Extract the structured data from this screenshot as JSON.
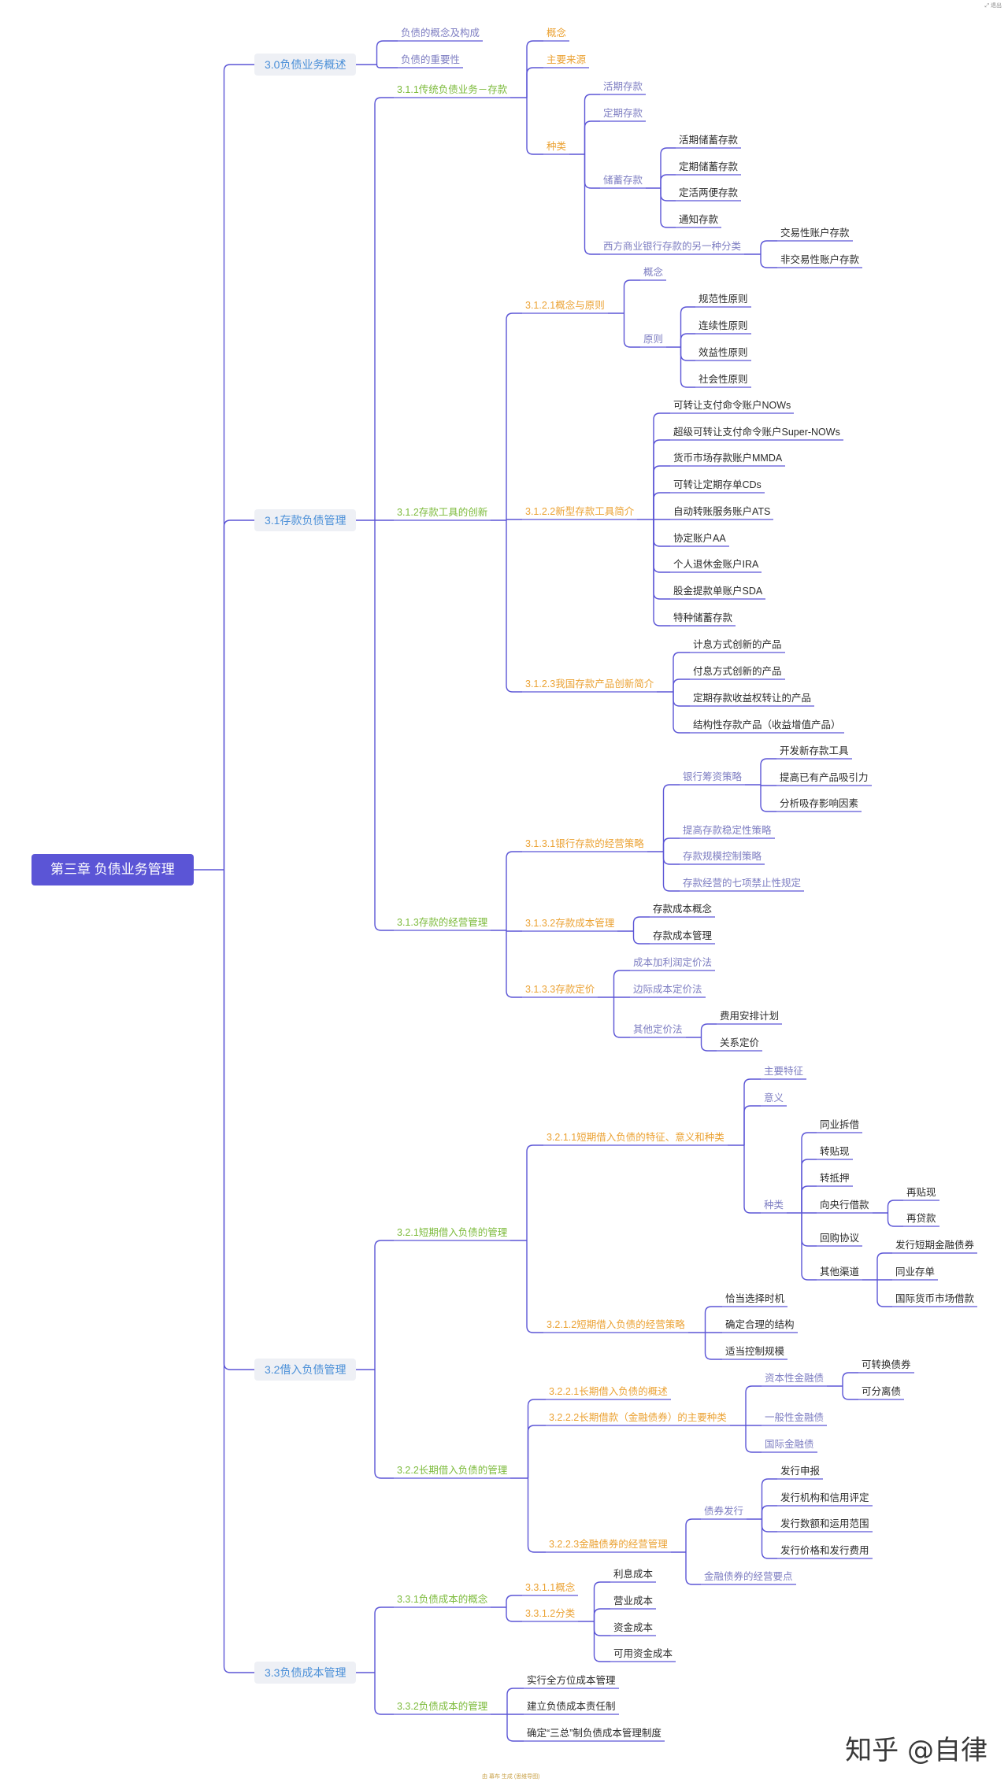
{
  "corner_text": "⤢ 退出",
  "footer_text": "由 幕布 生成 (思维导图)",
  "watermark": "知乎 @自律",
  "colors": {
    "line": "#5b55d6",
    "root_bg": "#5b55d6",
    "l1_text": "#4a8fd8",
    "green": "#7dbb3c",
    "orange": "#eba233",
    "blue": "#7e7ec2",
    "dark": "#2b2b2b"
  },
  "tree": {
    "text": "第三章 负债业务管理",
    "children": [
      {
        "text": "3.0负债业务概述",
        "children": [
          {
            "text": "负债的概念及构成"
          },
          {
            "text": "负债的重要性"
          }
        ]
      },
      {
        "text": "3.1存款负债管理",
        "children": [
          {
            "text": "3.1.1传统负债业务－存款",
            "children": [
              {
                "text": "概念"
              },
              {
                "text": "主要来源"
              },
              {
                "text": "种类",
                "children": [
                  {
                    "text": "活期存款"
                  },
                  {
                    "text": "定期存款"
                  },
                  {
                    "text": "储蓄存款",
                    "children": [
                      {
                        "text": "活期储蓄存款"
                      },
                      {
                        "text": "定期储蓄存款"
                      },
                      {
                        "text": "定活两便存款"
                      },
                      {
                        "text": "通知存款"
                      }
                    ]
                  },
                  {
                    "text": "西方商业银行存款的另一种分类",
                    "children": [
                      {
                        "text": "交易性账户存款"
                      },
                      {
                        "text": "非交易性账户存款"
                      }
                    ]
                  }
                ]
              }
            ]
          },
          {
            "text": "3.1.2存款工具的创新",
            "children": [
              {
                "text": "3.1.2.1概念与原则",
                "children": [
                  {
                    "text": "概念"
                  },
                  {
                    "text": "原则",
                    "children": [
                      {
                        "text": "规范性原则"
                      },
                      {
                        "text": "连续性原则"
                      },
                      {
                        "text": "效益性原则"
                      },
                      {
                        "text": "社会性原则"
                      }
                    ]
                  }
                ]
              },
              {
                "text": "3.1.2.2新型存款工具简介",
                "children": [
                  {
                    "text": "可转让支付命令账户NOWs"
                  },
                  {
                    "text": "超级可转让支付命令账户Super-NOWs"
                  },
                  {
                    "text": "货币市场存款账户MMDA"
                  },
                  {
                    "text": "可转让定期存单CDs"
                  },
                  {
                    "text": "自动转账服务账户ATS"
                  },
                  {
                    "text": "协定账户AA"
                  },
                  {
                    "text": "个人退休金账户IRA"
                  },
                  {
                    "text": "股金提款单账户SDA"
                  },
                  {
                    "text": "特种储蓄存款"
                  }
                ]
              },
              {
                "text": "3.1.2.3我国存款产品创新简介",
                "children": [
                  {
                    "text": "计息方式创新的产品"
                  },
                  {
                    "text": "付息方式创新的产品"
                  },
                  {
                    "text": "定期存款收益权转让的产品"
                  },
                  {
                    "text": "结构性存款产品（收益增值产品）"
                  }
                ]
              }
            ]
          },
          {
            "text": "3.1.3存款的经营管理",
            "children": [
              {
                "text": "3.1.3.1银行存款的经营策略",
                "children": [
                  {
                    "text": "银行筹资策略",
                    "children": [
                      {
                        "text": "开发新存款工具"
                      },
                      {
                        "text": "提高已有产品吸引力"
                      },
                      {
                        "text": "分析吸存影响因素"
                      }
                    ]
                  },
                  {
                    "text": "提高存款稳定性策略"
                  },
                  {
                    "text": "存款规模控制策略"
                  },
                  {
                    "text": "存款经营的七项禁止性规定"
                  }
                ]
              },
              {
                "text": "3.1.3.2存款成本管理",
                "children": [
                  {
                    "text": "存款成本概念"
                  },
                  {
                    "text": "存款成本管理"
                  }
                ]
              },
              {
                "text": "3.1.3.3存款定价",
                "children": [
                  {
                    "text": "成本加利润定价法"
                  },
                  {
                    "text": "边际成本定价法"
                  },
                  {
                    "text": "其他定价法",
                    "children": [
                      {
                        "text": "费用安排计划"
                      },
                      {
                        "text": "关系定价"
                      }
                    ]
                  }
                ]
              }
            ]
          }
        ]
      },
      {
        "text": "3.2借入负债管理",
        "children": [
          {
            "text": "3.2.1短期借入负债的管理",
            "children": [
              {
                "text": "3.2.1.1短期借入负债的特征、意义和种类",
                "children": [
                  {
                    "text": "主要特征"
                  },
                  {
                    "text": "意义"
                  },
                  {
                    "text": "种类",
                    "children": [
                      {
                        "text": "同业拆借"
                      },
                      {
                        "text": "转贴现"
                      },
                      {
                        "text": "转抵押"
                      },
                      {
                        "text": "向央行借款",
                        "children": [
                          {
                            "text": "再贴现"
                          },
                          {
                            "text": "再贷款"
                          }
                        ]
                      },
                      {
                        "text": "回购协议"
                      },
                      {
                        "text": "其他渠道",
                        "children": [
                          {
                            "text": "发行短期金融债券"
                          },
                          {
                            "text": "同业存单"
                          },
                          {
                            "text": "国际货币市场借款"
                          }
                        ]
                      }
                    ]
                  }
                ]
              },
              {
                "text": "3.2.1.2短期借入负债的经营策略",
                "children": [
                  {
                    "text": "恰当选择时机"
                  },
                  {
                    "text": "确定合理的结构"
                  },
                  {
                    "text": "适当控制规模"
                  }
                ]
              }
            ]
          },
          {
            "text": "3.2.2长期借入负债的管理",
            "children": [
              {
                "text": "3.2.2.1长期借入负债的概述"
              },
              {
                "text": "3.2.2.2长期借款（金融债券）的主要种类",
                "children": [
                  {
                    "text": "资本性金融债",
                    "children": [
                      {
                        "text": "可转换债券"
                      },
                      {
                        "text": "可分离债"
                      }
                    ]
                  },
                  {
                    "text": "一般性金融债"
                  },
                  {
                    "text": "国际金融债"
                  }
                ]
              },
              {
                "text": "3.2.2.3金融债券的经营管理",
                "children": [
                  {
                    "text": "债券发行",
                    "children": [
                      {
                        "text": "发行申报"
                      },
                      {
                        "text": "发行机构和信用评定"
                      },
                      {
                        "text": "发行数额和运用范围"
                      },
                      {
                        "text": "发行价格和发行费用"
                      }
                    ]
                  },
                  {
                    "text": "金融债券的经营要点"
                  }
                ]
              }
            ]
          }
        ]
      },
      {
        "text": "3.3负债成本管理",
        "children": [
          {
            "text": "3.3.1负债成本的概念",
            "children": [
              {
                "text": "3.3.1.1概念"
              },
              {
                "text": "3.3.1.2分类",
                "children": [
                  {
                    "text": "利息成本"
                  },
                  {
                    "text": "营业成本"
                  },
                  {
                    "text": "资金成本"
                  },
                  {
                    "text": "可用资金成本"
                  }
                ]
              }
            ]
          },
          {
            "text": "3.3.2负债成本的管理",
            "children": [
              {
                "text": "实行全方位成本管理"
              },
              {
                "text": "建立负债成本责任制"
              },
              {
                "text": "确定“三总”制负债成本管理制度"
              }
            ]
          }
        ]
      }
    ]
  }
}
